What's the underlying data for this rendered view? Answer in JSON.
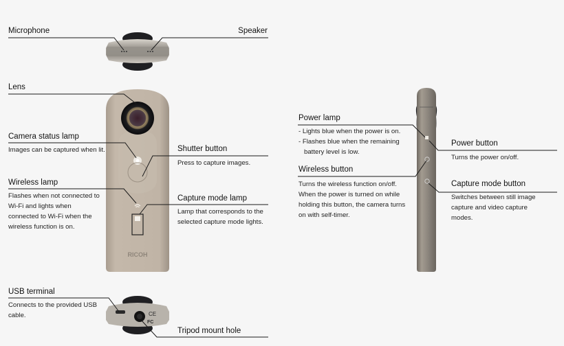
{
  "diagram": {
    "subject": "360-degree camera parts",
    "brand_mark": "RICOH",
    "top_view": {
      "labels": [
        {
          "title": "Microphone"
        },
        {
          "title": "Speaker"
        }
      ]
    },
    "front_view": {
      "labels": [
        {
          "title": "Lens",
          "desc": ""
        },
        {
          "title": "Camera status lamp",
          "desc": "Images can be captured when lit."
        },
        {
          "title": "Wireless lamp",
          "desc": "Flashes when not connected to Wi-Fi and lights when connected to Wi-Fi when the wireless function is on."
        },
        {
          "title": "Shutter button",
          "desc": "Press to capture images."
        },
        {
          "title": "Capture mode lamp",
          "desc": "Lamp that corresponds to the selected capture mode lights."
        }
      ]
    },
    "bottom_view": {
      "labels": [
        {
          "title": "USB terminal",
          "desc": "Connects to the provided USB cable."
        },
        {
          "title": "Tripod mount hole",
          "desc": ""
        }
      ],
      "marks": [
        "CE",
        "FC"
      ]
    },
    "side_view": {
      "labels": [
        {
          "title": "Power lamp",
          "bullets": [
            "- Lights blue when the power is on.",
            "- Flashes blue when the remaining battery level is low."
          ]
        },
        {
          "title": "Wireless button",
          "desc": "Turns the wireless function on/off. When the power is turned on while holding this button, the camera turns on with self-timer."
        },
        {
          "title": "Power button",
          "desc": "Turns the power on/off."
        },
        {
          "title": "Capture mode button",
          "desc": "Switches between still image capture and video capture modes."
        }
      ]
    },
    "colors": {
      "background": "#f6f6f6",
      "body_beige": "#bdb1a3",
      "side_body": "#8f887f",
      "leader_line": "#1a1a1a"
    }
  }
}
